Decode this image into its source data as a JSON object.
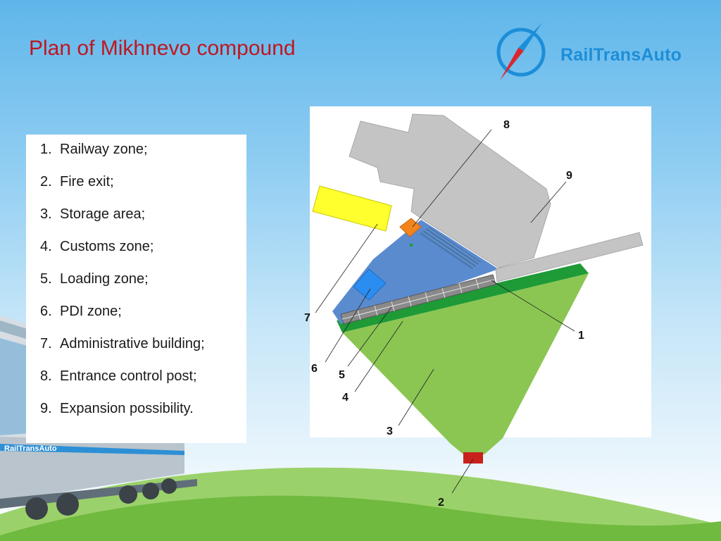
{
  "title": "Plan of Mikhnevo compound",
  "logo": {
    "text": "RailTransAuto",
    "icon": "compass-icon"
  },
  "train_label": "RailTransAuto",
  "legend": {
    "items": [
      {
        "num": "1.",
        "text": "Railway zone;"
      },
      {
        "num": "2.",
        "text": "Fire exit;"
      },
      {
        "num": "3.",
        "text": "Storage area;"
      },
      {
        "num": "4.",
        "text": "Customs zone;"
      },
      {
        "num": "5.",
        "text": "Loading zone;"
      },
      {
        "num": "6.",
        "text": "PDI zone;"
      },
      {
        "num": "7.",
        "text": "Administrative building;"
      },
      {
        "num": "8.",
        "text": "Entrance control post;"
      },
      {
        "num": "9.",
        "text": "Expansion possibility."
      }
    ]
  },
  "plan": {
    "callouts": [
      "1",
      "2",
      "3",
      "4",
      "5",
      "6",
      "7",
      "8",
      "9"
    ]
  },
  "colors": {
    "title": "#c0161e",
    "brand": "#1d8ed8",
    "storage_area": "#8bc653",
    "railway_strip": "#1e9a36",
    "yard": "#5b8bcf",
    "expansion_building": "#c4c4c4",
    "admin_building": "#ffff2e",
    "entrance_post": "#f2841e",
    "pdi_zone": "#2b8df0",
    "fire_exit": "#c8211c"
  }
}
